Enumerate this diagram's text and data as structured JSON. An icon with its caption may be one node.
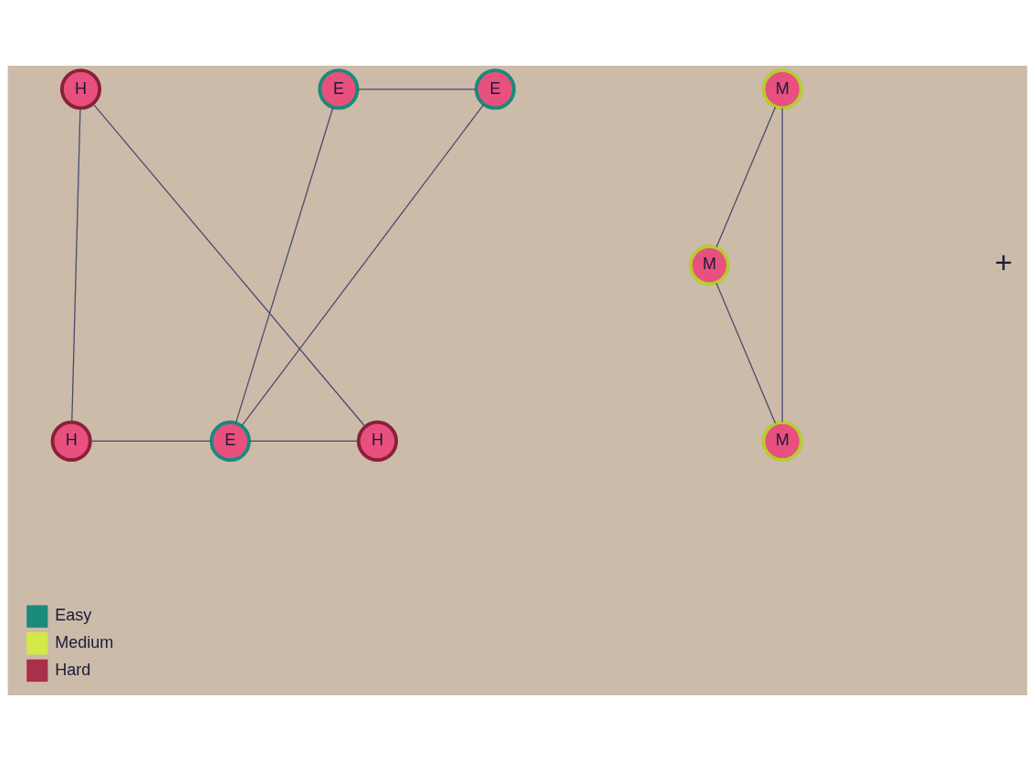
{
  "diagram": {
    "nodes": [
      {
        "text": [
          "E"
        ]
      },
      {
        "text": [
          "H"
        ]
      },
      {
        "text": [
          "M"
        ]
      },
      {
        "text": [
          "E"
        ]
      },
      {
        "text": [
          "M"
        ]
      },
      {
        "text": [
          "H"
        ]
      },
      {
        "text": [
          "E"
        ]
      },
      {
        "text": [
          "M"
        ]
      },
      {
        "text": [
          "H"
        ]
      }
    ],
    "edges": [
      {
        "from": 0,
        "to": 3,
        "arrow": "none"
      },
      {
        "from": 0,
        "to": 6,
        "arrow": "none"
      },
      {
        "from": 1,
        "to": 5,
        "arrow": "none"
      },
      {
        "from": 1,
        "to": 8,
        "arrow": "none"
      },
      {
        "from": 2,
        "to": 4,
        "arrow": "none"
      },
      {
        "from": 2,
        "to": 7,
        "arrow": "none"
      },
      {
        "from": 3,
        "to": 6,
        "arrow": "none"
      },
      {
        "from": 4,
        "to": 7,
        "arrow": "none"
      },
      {
        "from": 5,
        "to": 6,
        "arrow": "none"
      },
      {
        "from": 6,
        "to": 8,
        "arrow": "none"
      }
    ],
    "labels": [
      "+"
    ],
    "legend": [
      {
        "text": "Easy",
        "color": "#1a8a7a"
      },
      {
        "text": "Medium",
        "color": "#d4e84a"
      },
      {
        "text": "Hard",
        "color": "#a8304a"
      }
    ]
  }
}
